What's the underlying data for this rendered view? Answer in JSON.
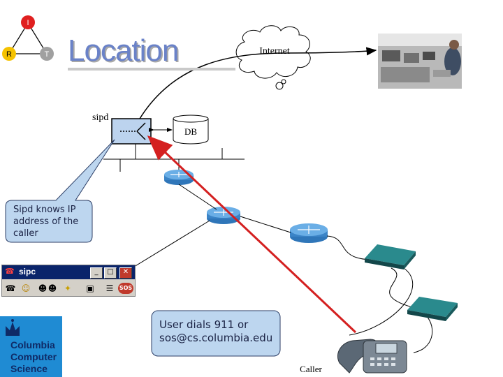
{
  "slide": {
    "title": "Location",
    "triad": {
      "top": "I",
      "left": "R",
      "right": "T"
    },
    "cloud_label": "Internet",
    "server_label": "sipd",
    "db_label": "DB",
    "callout_sipd": [
      "Sipd knows IP",
      "address of the",
      "caller"
    ],
    "callout_user": [
      "User dials 911 or",
      "sos@cs.columbia.edu"
    ],
    "caller_label": "Caller",
    "logo": [
      "Columbia",
      "Computer",
      "Science"
    ]
  },
  "toolbar": {
    "app_title": "sipc",
    "minimize_glyph": "_",
    "maximize_glyph": "□",
    "close_glyph": "✕",
    "sos_label": "SOS",
    "icons": [
      "phone-icon",
      "person-icon",
      "people-icon",
      "bulb-icon",
      "tv-icon",
      "list-icon",
      "sos-icon"
    ]
  },
  "colors": {
    "title": "#6a82c8",
    "red_call_path": "#d42020",
    "router_blue": "#3b84c7",
    "switch_teal": "#1f6b6e",
    "callout_fill": "#bdd6ef",
    "logo_blue": "#1f8bd3",
    "triad_red": "#e02020",
    "triad_yellow": "#f5c200",
    "triad_grey": "#a0a0a0"
  }
}
